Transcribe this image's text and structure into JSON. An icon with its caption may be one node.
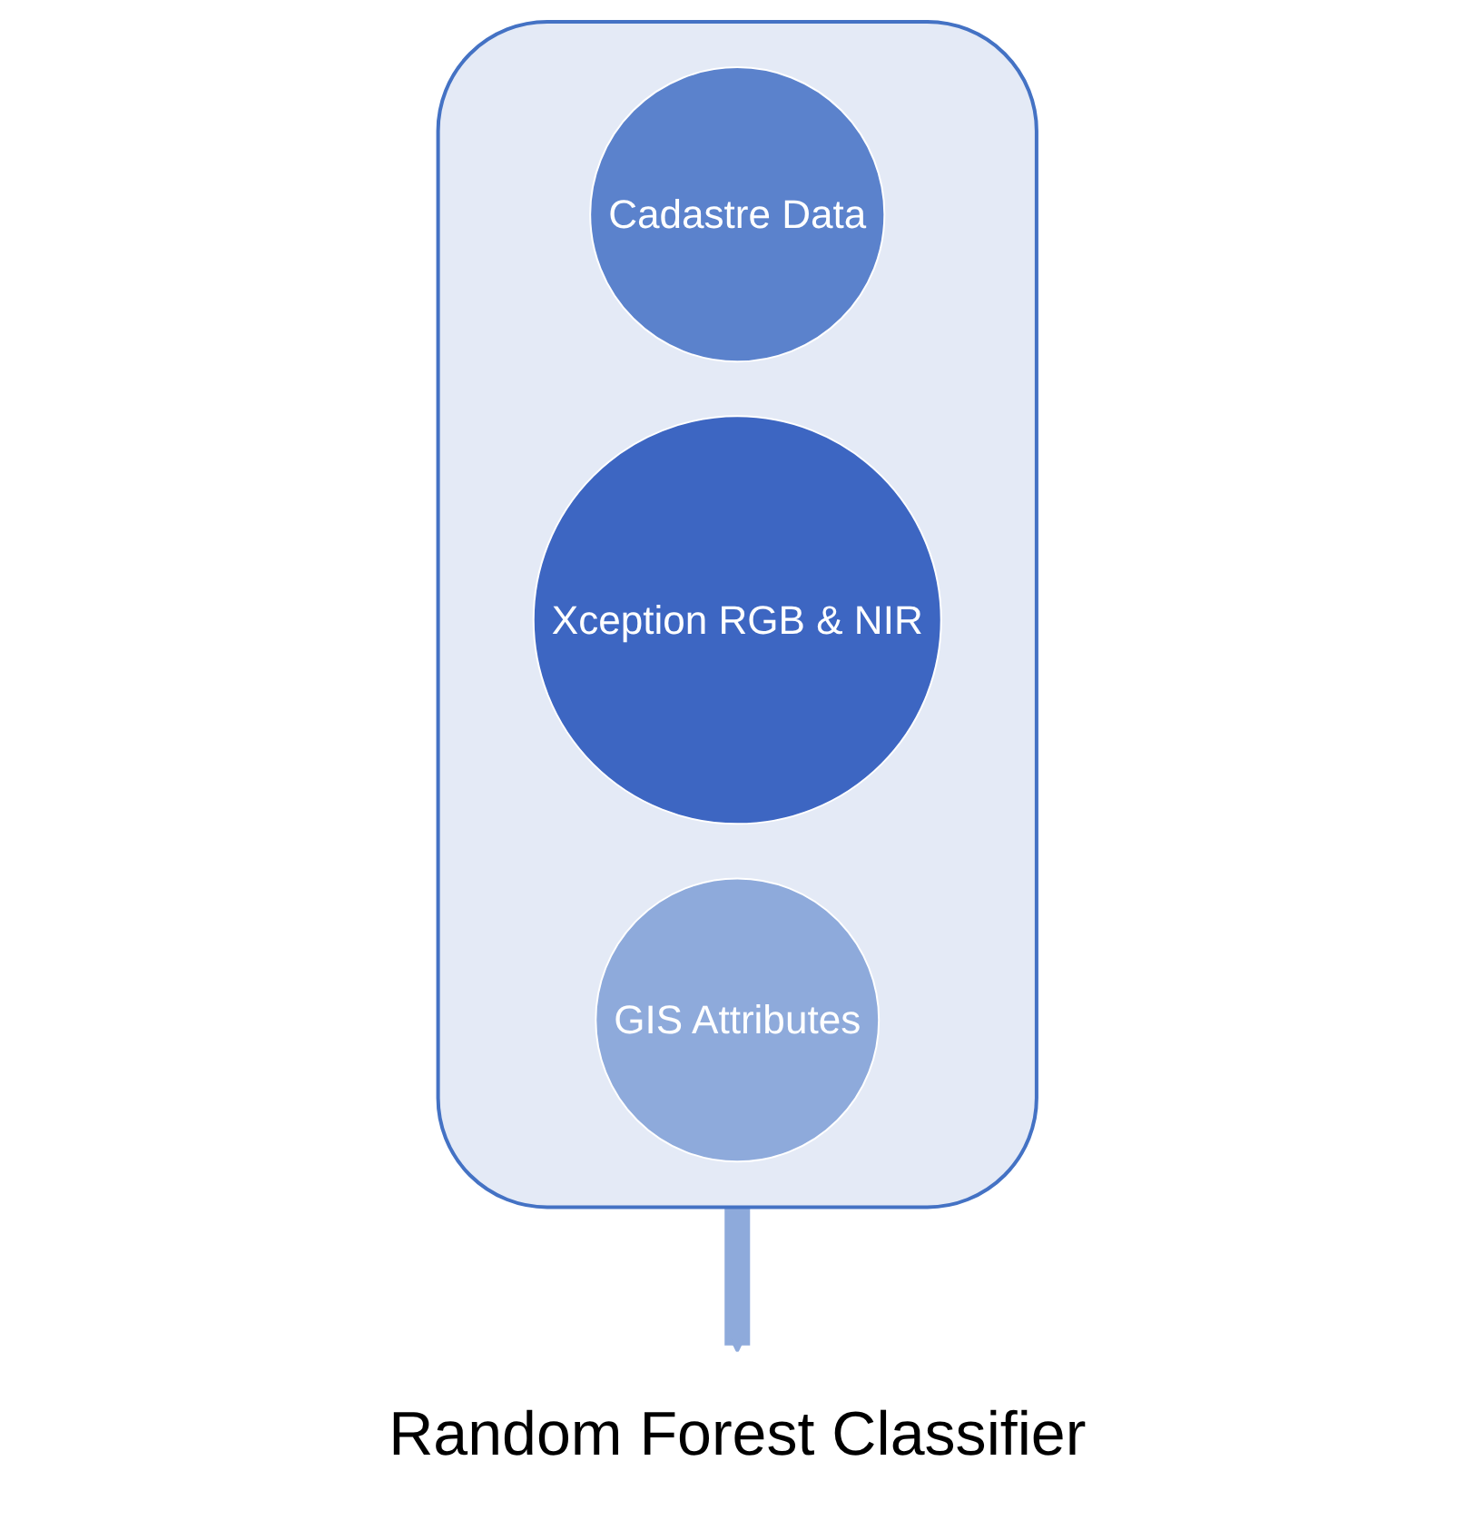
{
  "diagram": {
    "nodes": [
      {
        "text": [],
        "shape": "funnel"
      },
      {
        "text": [
          "Cadastre Data"
        ],
        "in": 0
      },
      {
        "text": [
          "Xception RGB & NIR"
        ],
        "in": 0
      },
      {
        "text": [
          "GIS Attributes"
        ],
        "in": 0
      },
      {
        "text": [
          "Random Forest Classifier"
        ]
      }
    ],
    "edges": [
      {
        "from": 0,
        "to": 4,
        "arrow": "to"
      }
    ]
  }
}
